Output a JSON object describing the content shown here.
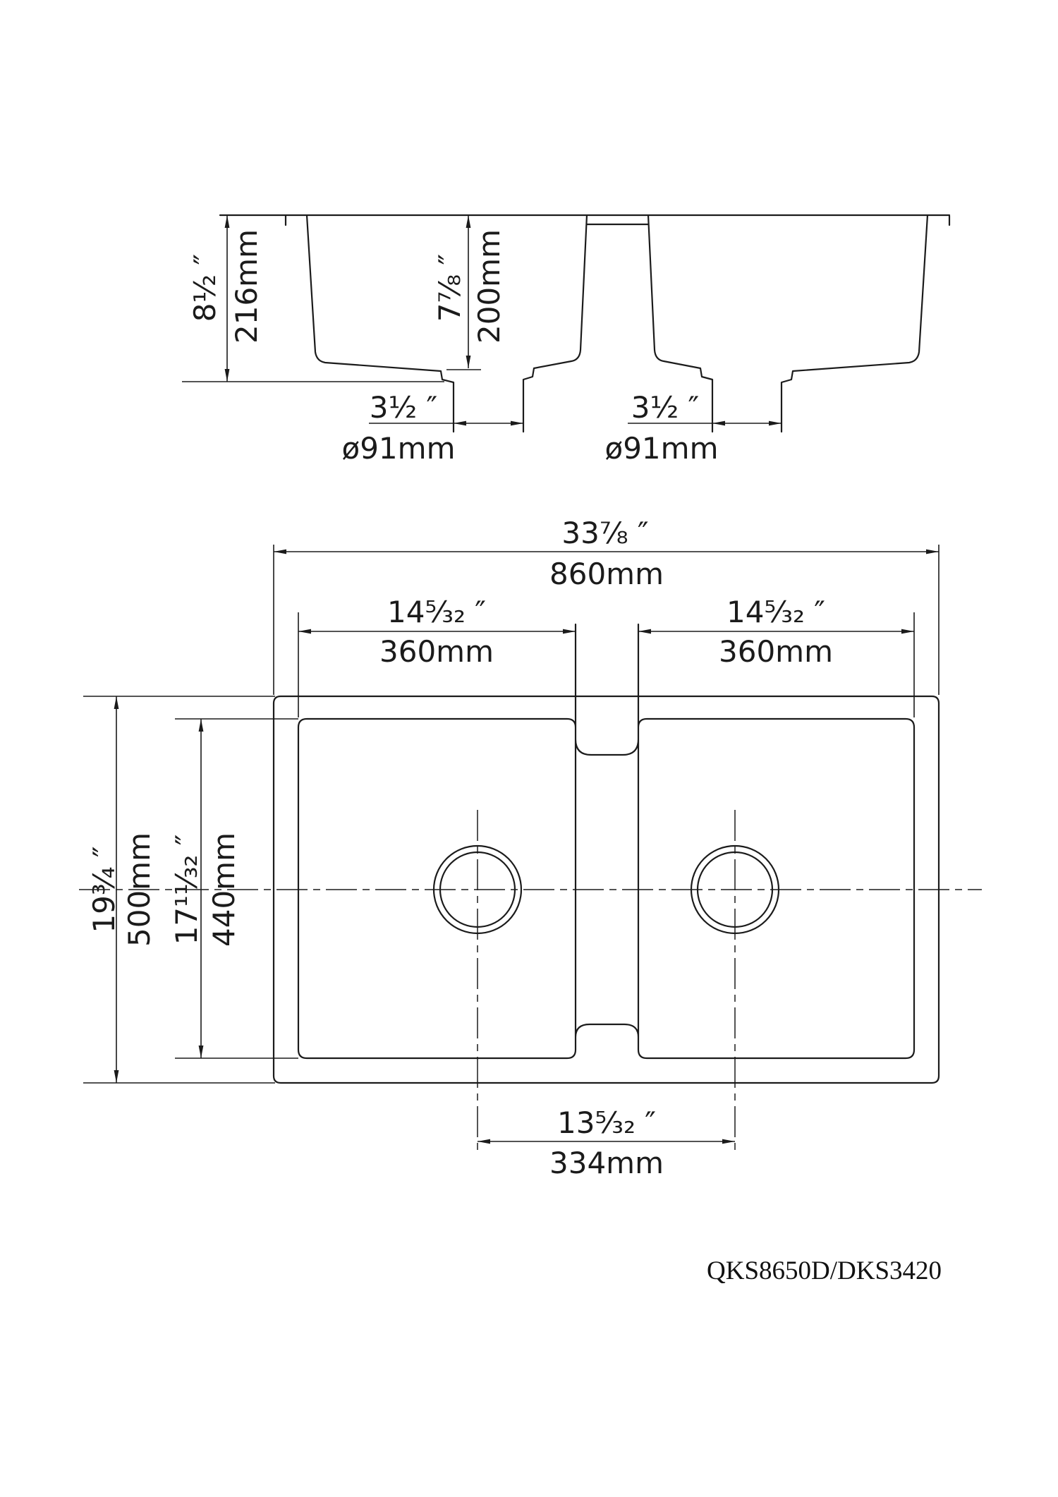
{
  "colors": {
    "line": "#1b1b1b",
    "background": "#ffffff"
  },
  "section_view": {
    "depth_overall_in": "8½ ″",
    "depth_overall_mm": "216mm",
    "depth_bowl_in": "7⅞ ″",
    "depth_bowl_mm": "200mm",
    "drain_left_in": "3½ ″",
    "drain_left_mm": "ø91mm",
    "drain_right_in": "3½ ″",
    "drain_right_mm": "ø91mm"
  },
  "plan_view": {
    "width_overall_in": "33⅞ ″",
    "width_overall_mm": "860mm",
    "bowl_left_width_in": "14⁵⁄₃₂ ″",
    "bowl_left_width_mm": "360mm",
    "bowl_right_width_in": "14⁵⁄₃₂ ″",
    "bowl_right_width_mm": "360mm",
    "depth_overall_in": "19¾ ″",
    "depth_overall_mm": "500mm",
    "bowl_depth_in": "17¹¹⁄₃₂ ″",
    "bowl_depth_mm": "440mm",
    "drain_spacing_in": "13⁵⁄₃₂ ″",
    "drain_spacing_mm": "334mm"
  },
  "model_number": "QKS8650D/DKS3420"
}
